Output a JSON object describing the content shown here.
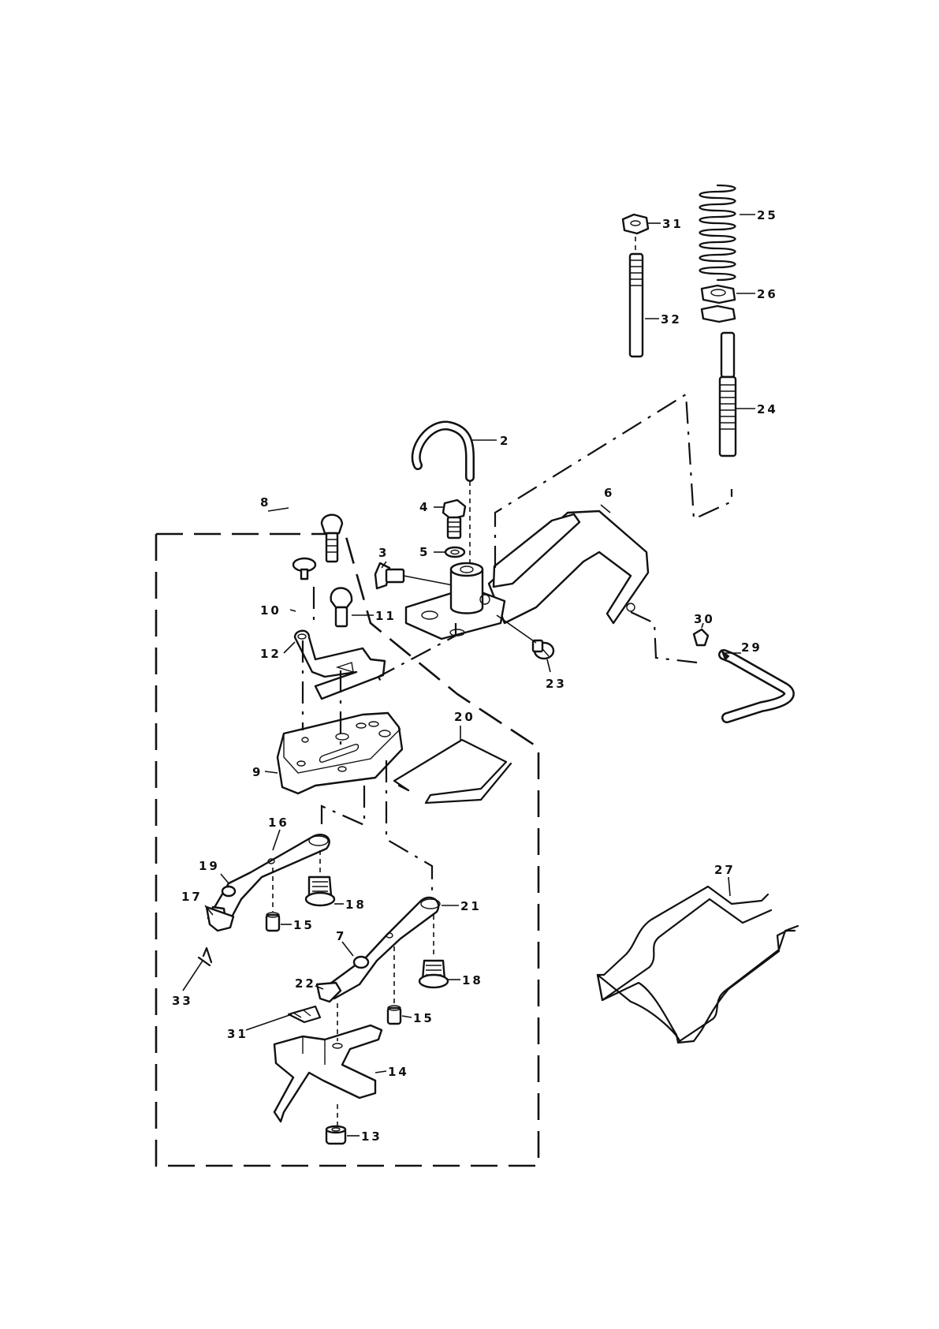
{
  "labels": {
    "p2": "2",
    "p3": "3",
    "p4": "4",
    "p5": "5",
    "p6": "6",
    "p7": "7",
    "p8": "8",
    "p9": "9",
    "p10": "10",
    "p11": "11",
    "p12": "12",
    "p13": "13",
    "p14": "14",
    "p15a": "15",
    "p15b": "15",
    "p16": "16",
    "p17": "17",
    "p18a": "18",
    "p18b": "18",
    "p19": "19",
    "p20": "20",
    "p21": "21",
    "p22": "22",
    "p23": "23",
    "p24": "24",
    "p25": "25",
    "p26": "26",
    "p27": "27",
    "p29": "29",
    "p30": "30",
    "p31a": "31",
    "p31b": "31",
    "p32": "32",
    "p33": "33"
  }
}
